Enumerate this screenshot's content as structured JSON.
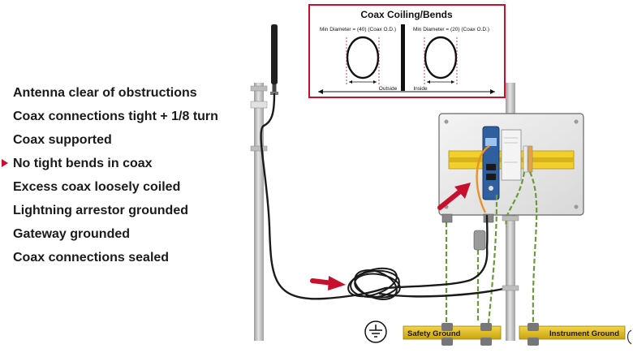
{
  "checklist": {
    "items": [
      {
        "label": "Antenna clear of obstructions",
        "active": false
      },
      {
        "label": "Coax connections tight + 1/8 turn",
        "active": false
      },
      {
        "label": "Coax supported",
        "active": false
      },
      {
        "label": "No tight bends in coax",
        "active": true
      },
      {
        "label": "Excess coax loosely coiled",
        "active": false
      },
      {
        "label": "Lightning arrestor grounded",
        "active": false
      },
      {
        "label": "Gateway grounded",
        "active": false
      },
      {
        "label": "Coax connections sealed",
        "active": false
      }
    ]
  },
  "inset": {
    "title": "Coax Coiling/Bends",
    "left_label": "Min Diameter = (40) (Coax O.D.)",
    "right_label": "Min Diameter = (20) (Coax O.D.)",
    "outside_label": "Outside",
    "inside_label": "Inside"
  },
  "grounds": {
    "safety": "Safety Ground",
    "instrument": "Instrument Ground"
  },
  "colors": {
    "accent_red": "#c8102e",
    "ground_bar": "#e8c21a",
    "din_rail": "#f2cf2a",
    "ground_wire": "#6a9a3a",
    "coax": "#1a1a1a",
    "pole": "#c4c4c4"
  }
}
